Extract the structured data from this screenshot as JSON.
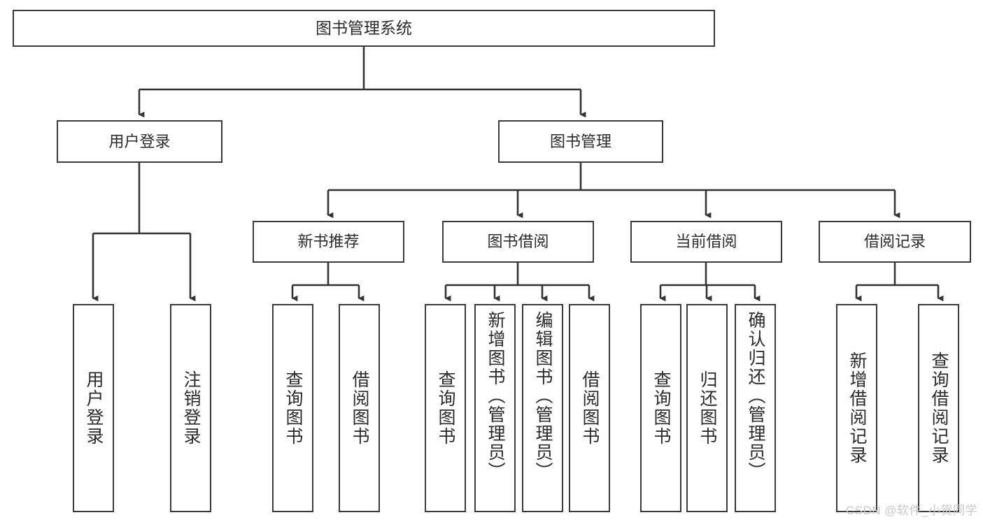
{
  "diagram": {
    "title": "图书管理系统",
    "type": "hierarchy-tree",
    "root": {
      "label": "图书管理系统"
    },
    "level2": [
      {
        "label": "用户登录"
      },
      {
        "label": "图书管理"
      }
    ],
    "level3": [
      {
        "label": "新书推荐"
      },
      {
        "label": "图书借阅"
      },
      {
        "label": "当前借阅"
      },
      {
        "label": "借阅记录"
      }
    ],
    "leaves": {
      "user_login": [
        {
          "label": "用户登录"
        },
        {
          "label": "注销登录"
        }
      ],
      "new_book_recommend": [
        {
          "label": "查询图书"
        },
        {
          "label": "借阅图书"
        }
      ],
      "book_borrow": [
        {
          "label": "查询图书"
        },
        {
          "label": "新增图书（管理员）"
        },
        {
          "label": "编辑图书（管理员）"
        },
        {
          "label": "借阅图书"
        }
      ],
      "current_borrow": [
        {
          "label": "查询图书"
        },
        {
          "label": "归还图书"
        },
        {
          "label": "确认归还（管理员）"
        }
      ],
      "borrow_record": [
        {
          "label": "新增借阅记录"
        },
        {
          "label": "查询借阅记录"
        }
      ]
    }
  },
  "watermark": {
    "text": "CSDN @软件_小贺同学"
  },
  "colors": {
    "border": "#3a3a3a",
    "line": "#333333",
    "text": "#2b2b2b",
    "background": "#ffffff",
    "watermark": "#c9c9c9"
  }
}
